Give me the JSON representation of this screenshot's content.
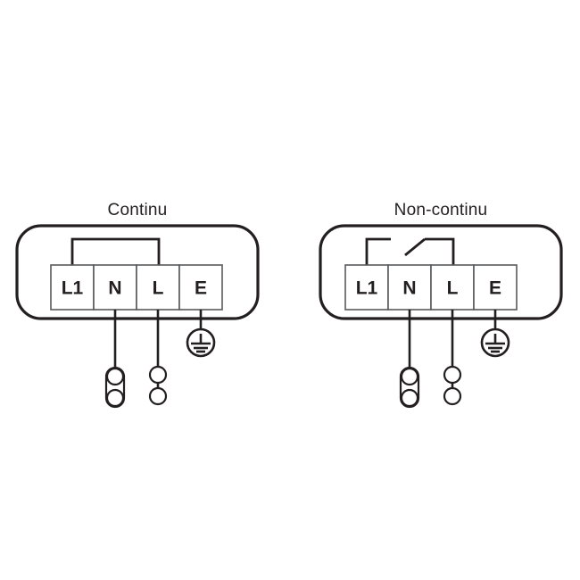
{
  "figure": {
    "type": "wiring-diagram",
    "background_color": "#ffffff",
    "line_color": "#231f20",
    "terminal_outline_color": "#58595b",
    "panel_count": 2
  },
  "panels": [
    {
      "id": "continu",
      "title": "Continu",
      "terminals": [
        {
          "label": "L1"
        },
        {
          "label": "N"
        },
        {
          "label": "L"
        },
        {
          "label": "E"
        }
      ],
      "bridge": {
        "kind": "closed-link",
        "from_terminal": "L1",
        "to_terminal": "L",
        "description": "solid bridging link joining L1 to L"
      },
      "leads": [
        {
          "from_terminal": "N",
          "end_marker": "capsule-two-circles"
        },
        {
          "from_terminal": "L",
          "end_marker": "two-circles-linked"
        },
        {
          "from_terminal": "E",
          "end_marker": "earth-symbol"
        }
      ]
    },
    {
      "id": "non-continu",
      "title": "Non-continu",
      "terminals": [
        {
          "label": "L1"
        },
        {
          "label": "N"
        },
        {
          "label": "L"
        },
        {
          "label": "E"
        }
      ],
      "bridge": {
        "kind": "open-switch",
        "from_terminal": "L1",
        "to_terminal": "L",
        "description": "open switch link between L1 and L"
      },
      "leads": [
        {
          "from_terminal": "N",
          "end_marker": "capsule-two-circles"
        },
        {
          "from_terminal": "L",
          "end_marker": "two-circles-linked"
        },
        {
          "from_terminal": "E",
          "end_marker": "earth-symbol"
        }
      ]
    }
  ]
}
